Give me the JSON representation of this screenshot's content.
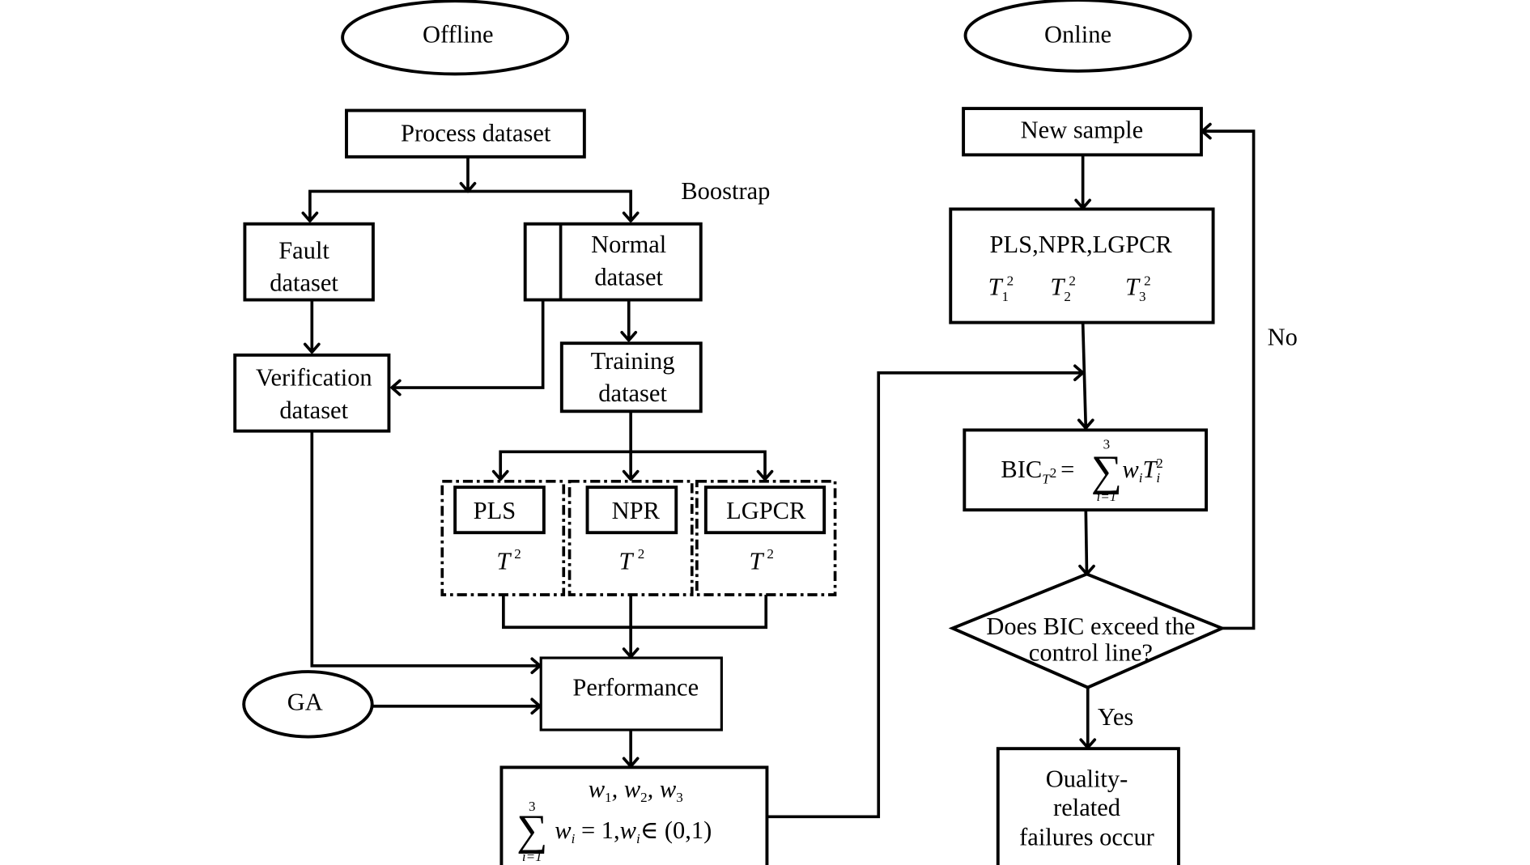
{
  "sections": {
    "offline": "Offline",
    "online": "Online"
  },
  "offline": {
    "process_dataset": "Process dataset",
    "bootstrap_label": "Boostrap",
    "fault_dataset": [
      "Fault",
      "dataset"
    ],
    "normal_dataset": [
      "Normal",
      "dataset"
    ],
    "verification_dataset": [
      "Verification",
      "dataset"
    ],
    "training_dataset": [
      "Training",
      "dataset"
    ],
    "models": [
      {
        "name": "PLS",
        "statistic": "T",
        "power": "2"
      },
      {
        "name": "NPR",
        "statistic": "T",
        "power": "2"
      },
      {
        "name": "LGPCR",
        "statistic": "T",
        "power": "2"
      }
    ],
    "performance": "Performance",
    "ga": "GA",
    "weights": {
      "w_list": [
        "w",
        "1",
        ", ",
        "w",
        "2",
        ", ",
        "w",
        "3"
      ],
      "sum_upper": "3",
      "sum_lower": "i=1",
      "sigma": "∑",
      "constraint_var": "w",
      "constraint_sub": "i",
      "constraint_eq": " = 1,",
      "member_var": "w",
      "member_sub": "i",
      "member_set": "∈ (0,1)"
    }
  },
  "online": {
    "new_sample": "New sample",
    "models_line": "PLS,NPR,LGPCR",
    "stats": [
      {
        "var": "T",
        "sub": "1",
        "sup": "2"
      },
      {
        "var": "T",
        "sub": "2",
        "sup": "2"
      },
      {
        "var": "T",
        "sub": "3",
        "sup": "2"
      }
    ],
    "bic": {
      "name": "BIC",
      "sub_var": "T",
      "sub_sup": "2",
      "equals": "=",
      "sigma": "∑",
      "upper": "3",
      "lower": "i=1",
      "w": "w",
      "w_sub": "i",
      "t": "T",
      "t_sub": "i",
      "t_sup": "2"
    },
    "decision": [
      "Does BIC exceed the",
      "control line?"
    ],
    "yes_label": "Yes",
    "no_label": "No",
    "failure": [
      "Ouality-",
      "related",
      "failures occur"
    ]
  }
}
